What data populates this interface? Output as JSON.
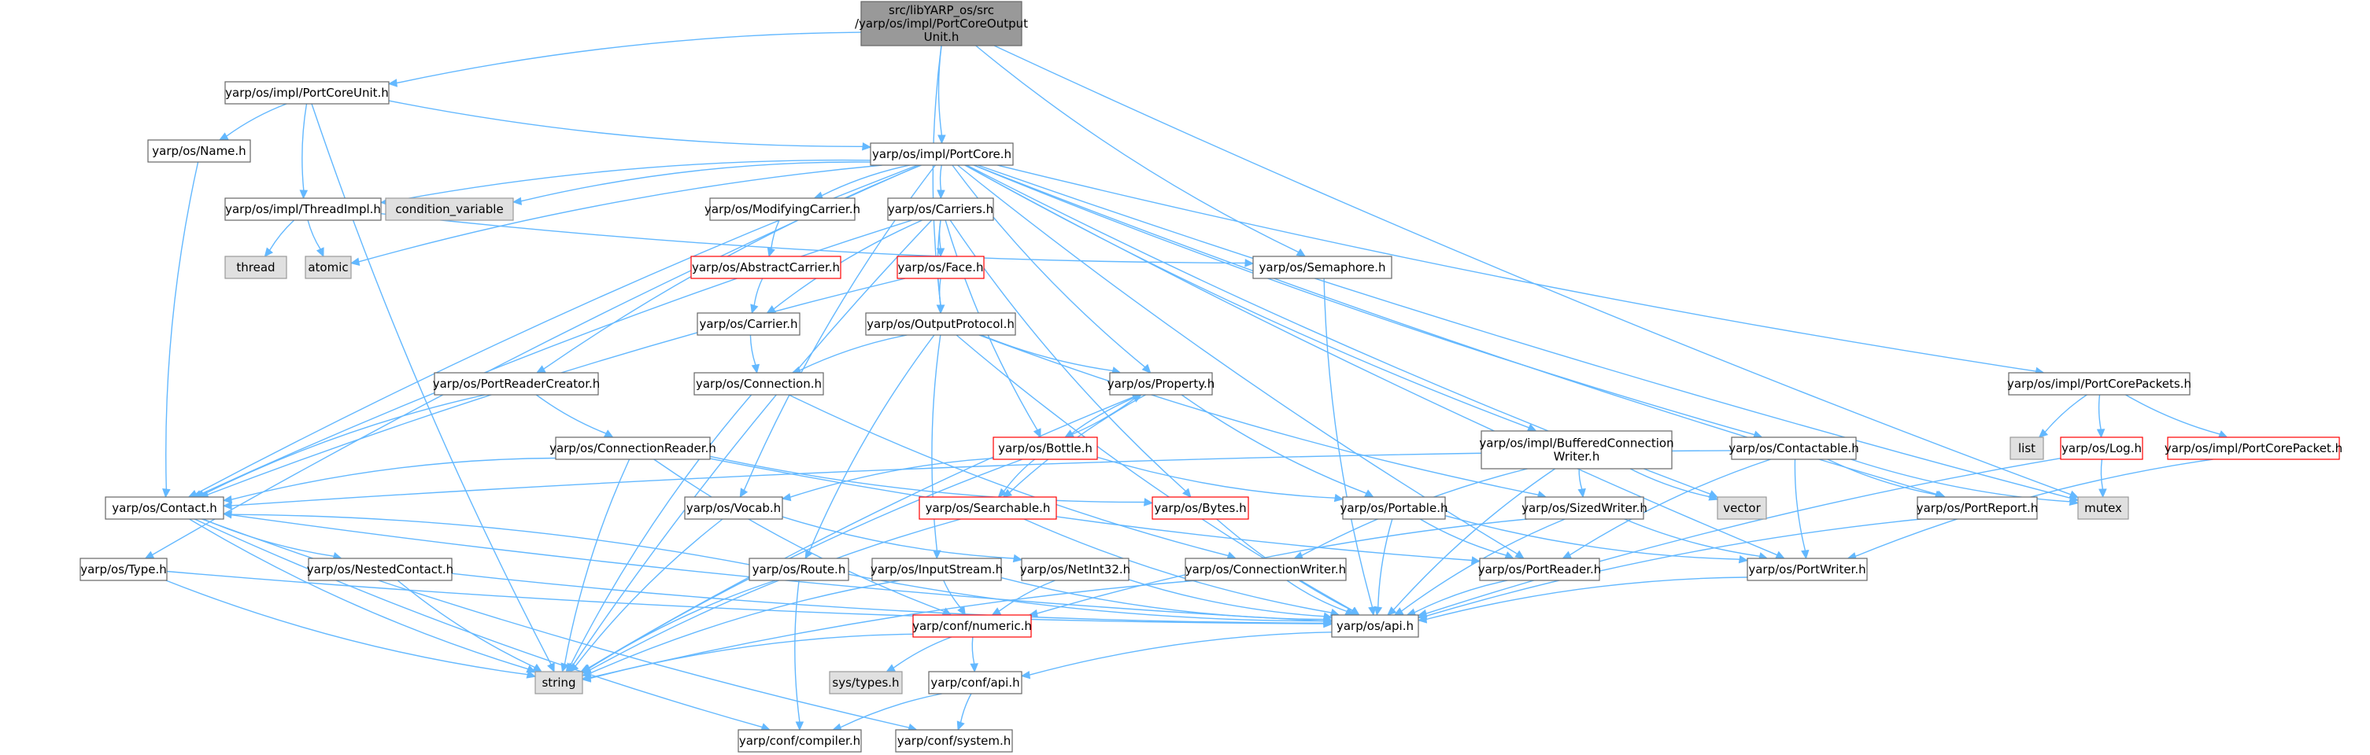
{
  "colors": {
    "edge": "#63b8ff",
    "node_border_normal": "#666666",
    "node_border_red": "#ff0000",
    "node_fill": "#ffffff",
    "node_fill_root": "#999999",
    "node_fill_external": "#e0e0e0"
  },
  "graph": {
    "nodes": [
      {
        "id": "root",
        "lines": [
          "src/libYARP_os/src",
          "/yarp/os/impl/PortCoreOutput",
          "Unit.h"
        ],
        "style": "root"
      },
      {
        "id": "portcoreunit",
        "lines": [
          "yarp/os/impl/PortCoreUnit.h"
        ],
        "style": "normal"
      },
      {
        "id": "name",
        "lines": [
          "yarp/os/Name.h"
        ],
        "style": "normal"
      },
      {
        "id": "portcore",
        "lines": [
          "yarp/os/impl/PortCore.h"
        ],
        "style": "normal"
      },
      {
        "id": "threadimpl",
        "lines": [
          "yarp/os/impl/ThreadImpl.h"
        ],
        "style": "normal"
      },
      {
        "id": "condvar",
        "lines": [
          "condition_variable"
        ],
        "style": "external"
      },
      {
        "id": "thread",
        "lines": [
          "thread"
        ],
        "style": "external"
      },
      {
        "id": "atomic",
        "lines": [
          "atomic"
        ],
        "style": "external"
      },
      {
        "id": "modifyingcarrier",
        "lines": [
          "yarp/os/ModifyingCarrier.h"
        ],
        "style": "normal"
      },
      {
        "id": "carriers",
        "lines": [
          "yarp/os/Carriers.h"
        ],
        "style": "normal"
      },
      {
        "id": "abstractcarrier",
        "lines": [
          "yarp/os/AbstractCarrier.h"
        ],
        "style": "red"
      },
      {
        "id": "face",
        "lines": [
          "yarp/os/Face.h"
        ],
        "style": "red"
      },
      {
        "id": "semaphore",
        "lines": [
          "yarp/os/Semaphore.h"
        ],
        "style": "normal"
      },
      {
        "id": "carrier",
        "lines": [
          "yarp/os/Carrier.h"
        ],
        "style": "normal"
      },
      {
        "id": "outputprotocol",
        "lines": [
          "yarp/os/OutputProtocol.h"
        ],
        "style": "normal"
      },
      {
        "id": "portreadercreator",
        "lines": [
          "yarp/os/PortReaderCreator.h"
        ],
        "style": "normal"
      },
      {
        "id": "connection",
        "lines": [
          "yarp/os/Connection.h"
        ],
        "style": "normal"
      },
      {
        "id": "property",
        "lines": [
          "yarp/os/Property.h"
        ],
        "style": "normal"
      },
      {
        "id": "connectionreader",
        "lines": [
          "yarp/os/ConnectionReader.h"
        ],
        "style": "normal"
      },
      {
        "id": "bottle",
        "lines": [
          "yarp/os/Bottle.h"
        ],
        "style": "red"
      },
      {
        "id": "bufferedwriter",
        "lines": [
          "yarp/os/impl/BufferedConnection",
          "Writer.h"
        ],
        "style": "normal"
      },
      {
        "id": "contactable",
        "lines": [
          "yarp/os/Contactable.h"
        ],
        "style": "normal"
      },
      {
        "id": "portcorepackets",
        "lines": [
          "yarp/os/impl/PortCorePackets.h"
        ],
        "style": "normal"
      },
      {
        "id": "list",
        "lines": [
          "list"
        ],
        "style": "external"
      },
      {
        "id": "log",
        "lines": [
          "yarp/os/Log.h"
        ],
        "style": "red"
      },
      {
        "id": "portcorepacket",
        "lines": [
          "yarp/os/impl/PortCorePacket.h"
        ],
        "style": "red"
      },
      {
        "id": "contact",
        "lines": [
          "yarp/os/Contact.h"
        ],
        "style": "normal"
      },
      {
        "id": "vocab",
        "lines": [
          "yarp/os/Vocab.h"
        ],
        "style": "normal"
      },
      {
        "id": "searchable",
        "lines": [
          "yarp/os/Searchable.h"
        ],
        "style": "red"
      },
      {
        "id": "bytes",
        "lines": [
          "yarp/os/Bytes.h"
        ],
        "style": "red"
      },
      {
        "id": "portable",
        "lines": [
          "yarp/os/Portable.h"
        ],
        "style": "normal"
      },
      {
        "id": "sizedwriter",
        "lines": [
          "yarp/os/SizedWriter.h"
        ],
        "style": "normal"
      },
      {
        "id": "vector",
        "lines": [
          "vector"
        ],
        "style": "external"
      },
      {
        "id": "portreport",
        "lines": [
          "yarp/os/PortReport.h"
        ],
        "style": "normal"
      },
      {
        "id": "mutex",
        "lines": [
          "mutex"
        ],
        "style": "external"
      },
      {
        "id": "type",
        "lines": [
          "yarp/os/Type.h"
        ],
        "style": "normal"
      },
      {
        "id": "nestedcontact",
        "lines": [
          "yarp/os/NestedContact.h"
        ],
        "style": "normal"
      },
      {
        "id": "route",
        "lines": [
          "yarp/os/Route.h"
        ],
        "style": "normal"
      },
      {
        "id": "inputstream",
        "lines": [
          "yarp/os/InputStream.h"
        ],
        "style": "normal"
      },
      {
        "id": "netint32",
        "lines": [
          "yarp/os/NetInt32.h"
        ],
        "style": "normal"
      },
      {
        "id": "connectionwriter",
        "lines": [
          "yarp/os/ConnectionWriter.h"
        ],
        "style": "normal"
      },
      {
        "id": "portreader",
        "lines": [
          "yarp/os/PortReader.h"
        ],
        "style": "normal"
      },
      {
        "id": "portwriter",
        "lines": [
          "yarp/os/PortWriter.h"
        ],
        "style": "normal"
      },
      {
        "id": "confnumeric",
        "lines": [
          "yarp/conf/numeric.h"
        ],
        "style": "red"
      },
      {
        "id": "api",
        "lines": [
          "yarp/os/api.h"
        ],
        "style": "normal"
      },
      {
        "id": "string",
        "lines": [
          "string"
        ],
        "style": "external"
      },
      {
        "id": "systypes",
        "lines": [
          "sys/types.h"
        ],
        "style": "external"
      },
      {
        "id": "confapi",
        "lines": [
          "yarp/conf/api.h"
        ],
        "style": "normal"
      },
      {
        "id": "confcompiler",
        "lines": [
          "yarp/conf/compiler.h"
        ],
        "style": "normal"
      },
      {
        "id": "confsystem",
        "lines": [
          "yarp/conf/system.h"
        ],
        "style": "normal"
      }
    ],
    "edges": [
      [
        "root",
        "portcoreunit"
      ],
      [
        "root",
        "portcore"
      ],
      [
        "root",
        "semaphore"
      ],
      [
        "root",
        "outputprotocol"
      ],
      [
        "root",
        "mutex"
      ],
      [
        "portcoreunit",
        "name"
      ],
      [
        "portcoreunit",
        "portcore"
      ],
      [
        "portcoreunit",
        "threadimpl"
      ],
      [
        "portcoreunit",
        "string"
      ],
      [
        "name",
        "contact"
      ],
      [
        "portcore",
        "threadimpl"
      ],
      [
        "portcore",
        "condvar"
      ],
      [
        "portcore",
        "atomic"
      ],
      [
        "portcore",
        "modifyingcarrier"
      ],
      [
        "portcore",
        "carriers"
      ],
      [
        "portcore",
        "property"
      ],
      [
        "portcore",
        "contact"
      ],
      [
        "portcore",
        "type"
      ],
      [
        "portcore",
        "portreadercreator"
      ],
      [
        "portcore",
        "vocab"
      ],
      [
        "portcore",
        "portreader"
      ],
      [
        "portcore",
        "bufferedwriter"
      ],
      [
        "portcore",
        "vector"
      ],
      [
        "portcore",
        "contactable"
      ],
      [
        "portcore",
        "portreport"
      ],
      [
        "portcore",
        "mutex"
      ],
      [
        "portcore",
        "portcorepackets"
      ],
      [
        "portcore",
        "portwriter"
      ],
      [
        "threadimpl",
        "thread"
      ],
      [
        "threadimpl",
        "atomic"
      ],
      [
        "threadimpl",
        "semaphore"
      ],
      [
        "modifyingcarrier",
        "abstractcarrier"
      ],
      [
        "abstractcarrier",
        "carrier"
      ],
      [
        "carriers",
        "carrier"
      ],
      [
        "carriers",
        "face"
      ],
      [
        "carriers",
        "outputprotocol"
      ],
      [
        "carriers",
        "bottle"
      ],
      [
        "carriers",
        "bytes"
      ],
      [
        "carriers",
        "contact"
      ],
      [
        "carriers",
        "string"
      ],
      [
        "face",
        "outputprotocol"
      ],
      [
        "face",
        "contact"
      ],
      [
        "carrier",
        "connection"
      ],
      [
        "semaphore",
        "api"
      ],
      [
        "outputprotocol",
        "connection"
      ],
      [
        "outputprotocol",
        "property"
      ],
      [
        "outputprotocol",
        "route"
      ],
      [
        "outputprotocol",
        "inputstream"
      ],
      [
        "outputprotocol",
        "sizedwriter"
      ],
      [
        "outputprotocol",
        "api"
      ],
      [
        "portreadercreator",
        "connectionreader"
      ],
      [
        "portreadercreator",
        "contact"
      ],
      [
        "connection",
        "connectionwriter"
      ],
      [
        "connection",
        "string"
      ],
      [
        "property",
        "bottle"
      ],
      [
        "property",
        "searchable"
      ],
      [
        "property",
        "portable"
      ],
      [
        "property",
        "string"
      ],
      [
        "connectionreader",
        "contact"
      ],
      [
        "connectionreader",
        "bytes"
      ],
      [
        "connectionreader",
        "portreader"
      ],
      [
        "connectionreader",
        "confnumeric"
      ],
      [
        "connectionreader",
        "string"
      ],
      [
        "bottle",
        "property"
      ],
      [
        "bottle",
        "searchable"
      ],
      [
        "bottle",
        "vocab"
      ],
      [
        "bottle",
        "portable"
      ],
      [
        "bottle",
        "string"
      ],
      [
        "bufferedwriter",
        "sizedwriter"
      ],
      [
        "bufferedwriter",
        "connectionwriter"
      ],
      [
        "bufferedwriter",
        "vector"
      ],
      [
        "bufferedwriter",
        "api"
      ],
      [
        "contactable",
        "contact"
      ],
      [
        "contactable",
        "portreader"
      ],
      [
        "contactable",
        "portwriter"
      ],
      [
        "contactable",
        "portreport"
      ],
      [
        "contactable",
        "mutex"
      ],
      [
        "portcorepackets",
        "list"
      ],
      [
        "portcorepackets",
        "log"
      ],
      [
        "portcorepackets",
        "portcorepacket"
      ],
      [
        "log",
        "mutex"
      ],
      [
        "log",
        "api"
      ],
      [
        "portcorepacket",
        "portwriter"
      ],
      [
        "contact",
        "nestedcontact"
      ],
      [
        "contact",
        "string"
      ],
      [
        "contact",
        "confcompiler"
      ],
      [
        "contact",
        "confsystem"
      ],
      [
        "contact",
        "api"
      ],
      [
        "vocab",
        "netint32"
      ],
      [
        "vocab",
        "string"
      ],
      [
        "searchable",
        "api"
      ],
      [
        "searchable",
        "string"
      ],
      [
        "bytes",
        "api"
      ],
      [
        "portable",
        "portreader"
      ],
      [
        "portable",
        "portwriter"
      ],
      [
        "portable",
        "api"
      ],
      [
        "sizedwriter",
        "portwriter"
      ],
      [
        "sizedwriter",
        "api"
      ],
      [
        "sizedwriter",
        "confnumeric"
      ],
      [
        "portreport",
        "api"
      ],
      [
        "type",
        "string"
      ],
      [
        "type",
        "api"
      ],
      [
        "nestedcontact",
        "string"
      ],
      [
        "nestedcontact",
        "api"
      ],
      [
        "route",
        "contact"
      ],
      [
        "route",
        "string"
      ],
      [
        "route",
        "confcompiler"
      ],
      [
        "route",
        "api"
      ],
      [
        "inputstream",
        "confnumeric"
      ],
      [
        "inputstream",
        "string"
      ],
      [
        "inputstream",
        "api"
      ],
      [
        "netint32",
        "confnumeric"
      ],
      [
        "netint32",
        "api"
      ],
      [
        "connectionwriter",
        "api"
      ],
      [
        "connectionwriter",
        "string"
      ],
      [
        "portreader",
        "api"
      ],
      [
        "portwriter",
        "api"
      ],
      [
        "confnumeric",
        "string"
      ],
      [
        "confnumeric",
        "systypes"
      ],
      [
        "confnumeric",
        "confapi"
      ],
      [
        "api",
        "confapi"
      ],
      [
        "confapi",
        "confcompiler"
      ],
      [
        "confapi",
        "confsystem"
      ]
    ]
  }
}
